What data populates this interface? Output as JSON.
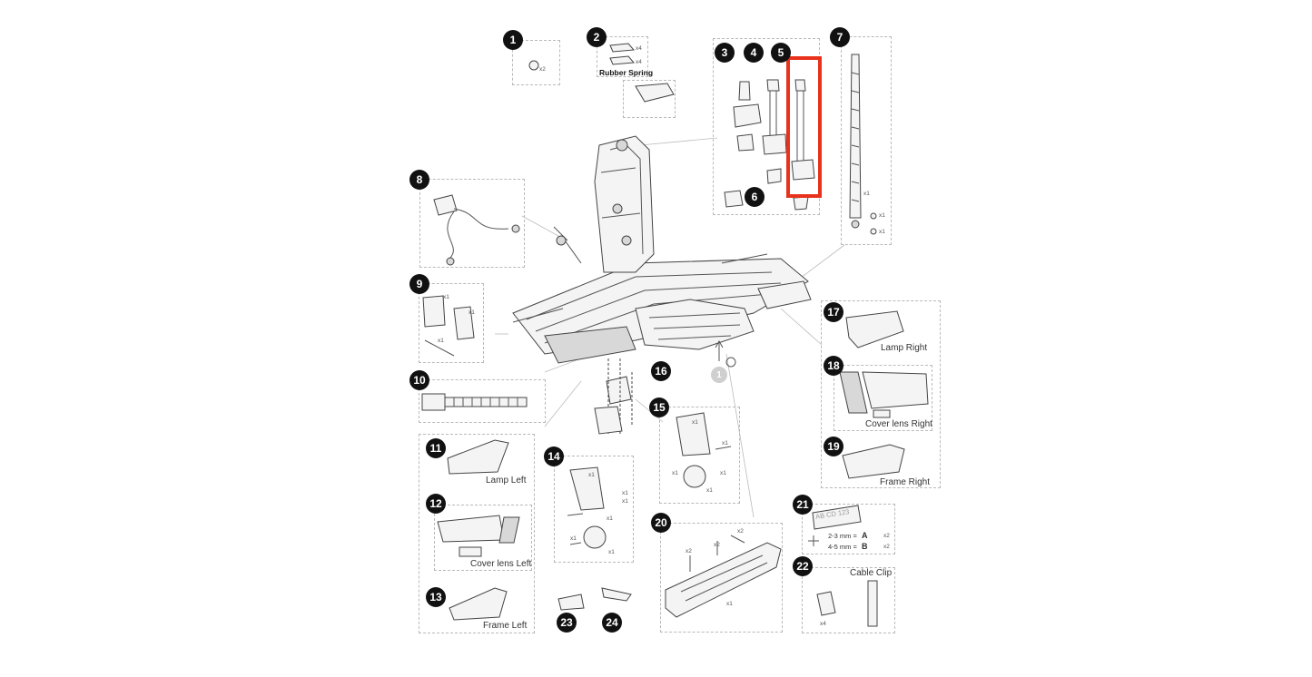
{
  "callouts": [
    "1",
    "2",
    "3",
    "4",
    "5",
    "6",
    "7",
    "8",
    "9",
    "10",
    "11",
    "12",
    "13",
    "14",
    "15",
    "16",
    "17",
    "18",
    "19",
    "20",
    "21",
    "22",
    "23",
    "24"
  ],
  "ghost_callout": "1",
  "labels": {
    "rubber_spring": "Rubber Spring",
    "lamp_right": "Lamp Right",
    "cover_lens_right": "Cover lens Right",
    "frame_right": "Frame Right",
    "lamp_left": "Lamp Left",
    "cover_lens_left": "Cover lens Left",
    "frame_left": "Frame Left",
    "cable_clip": "Cable Clip",
    "plate_a_line": "2-3 mm =",
    "plate_b_line": "4-5 mm =",
    "plate_a": "A",
    "plate_b": "B",
    "plate_text": "AB CD 123"
  },
  "quantities": {
    "q1": "x2",
    "q2a": "x4",
    "q2b": "x4",
    "q7a": "x1",
    "q7b": "x1",
    "q7c": "x1",
    "q9a": "x1",
    "q9b": "x1",
    "q9c": "x1",
    "q14a": "x1",
    "q14b": "x1",
    "q14c": "x1",
    "q14d": "x1",
    "q14e": "x1",
    "q14f": "x1",
    "q15a": "x1",
    "q15b": "x1",
    "q15c": "x1",
    "q15d": "x1",
    "q15e": "x1",
    "q20a": "x2",
    "q20b": "x2",
    "q20c": "x2",
    "q20d": "x1",
    "q21a": "x2",
    "q21b": "x2",
    "q22": "x4"
  },
  "highlight_color": "#e8321c",
  "highlighted_part": "5"
}
